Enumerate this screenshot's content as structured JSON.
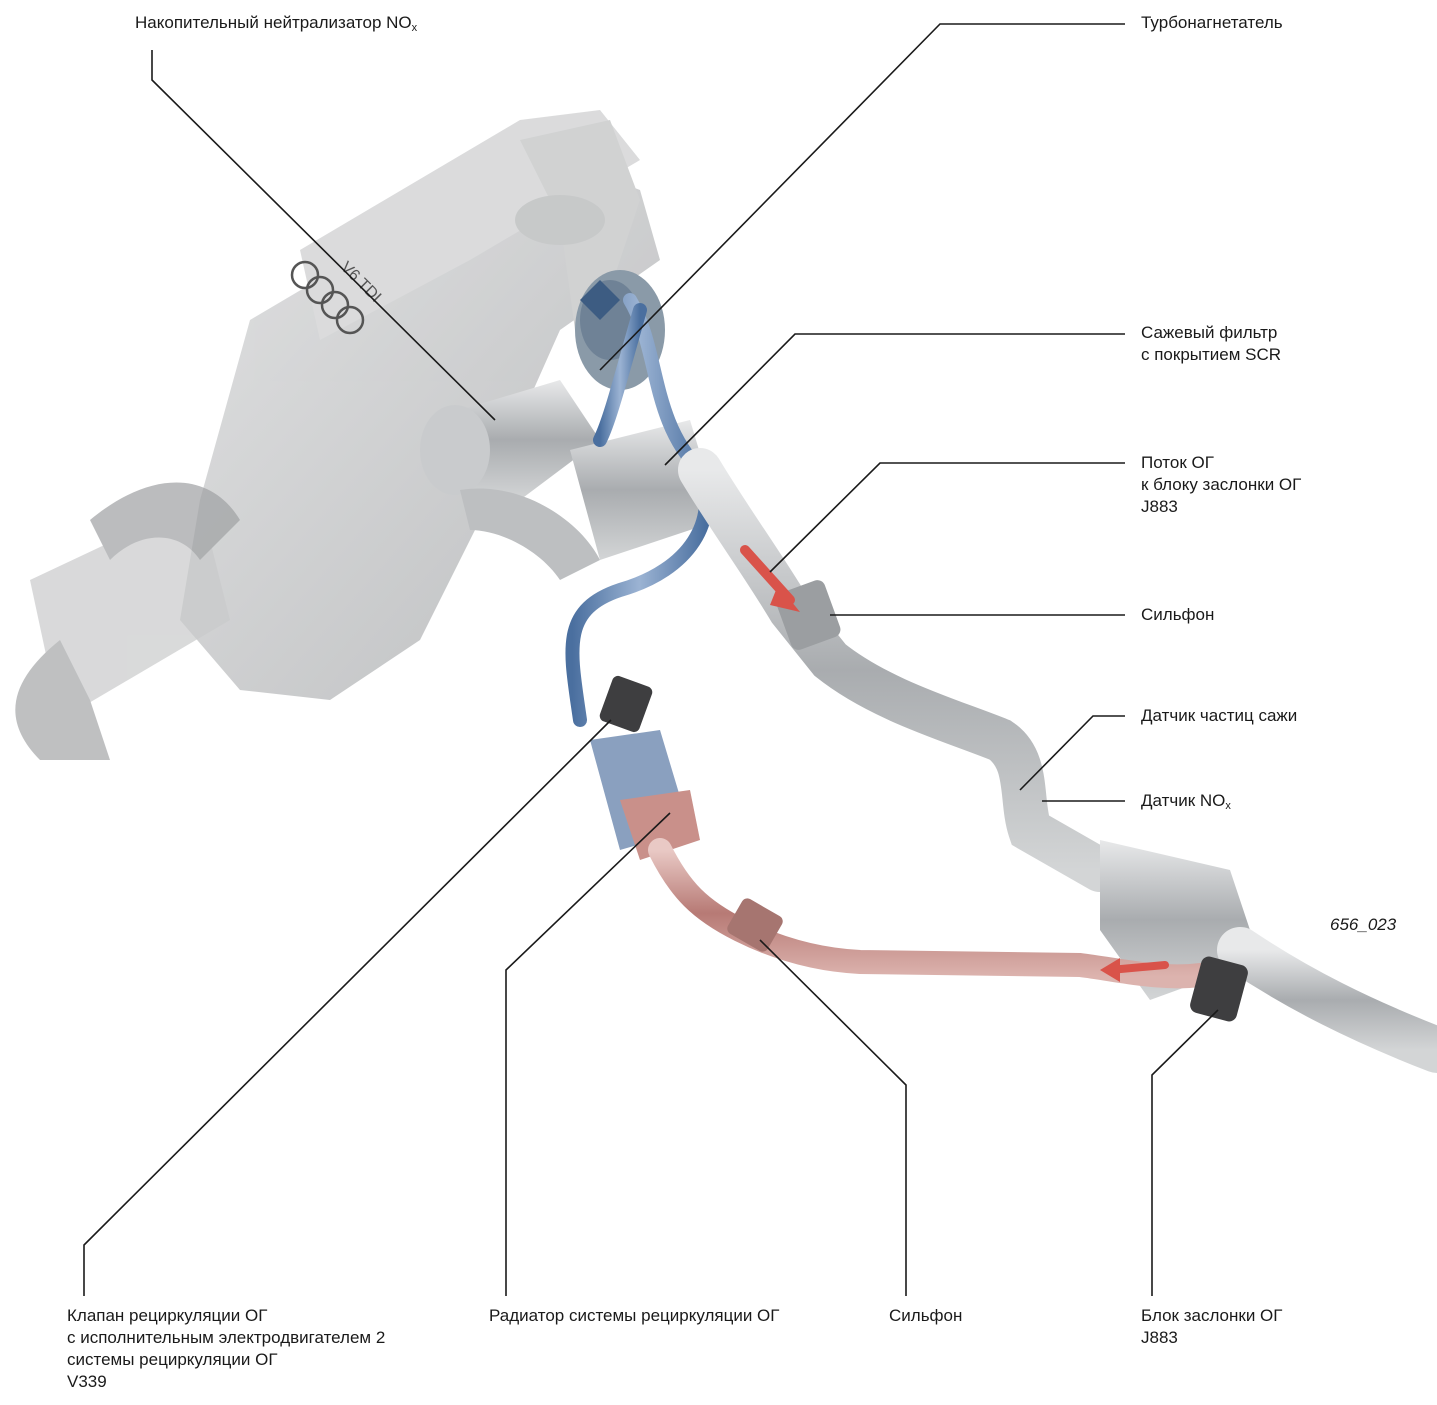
{
  "labels": {
    "nox_storage_catalyst": "Накопительный нейтрализатор NO",
    "nox_storage_catalyst_sub": "x",
    "turbocharger": "Турбонагнетатель",
    "dpf_line1": "Сажевый фильтр",
    "dpf_line2": "с покрытием SCR",
    "flow_line1": "Поток ОГ",
    "flow_line2": "к блоку заслонки ОГ",
    "flow_line3": "J883",
    "bellows_upper": "Сильфон",
    "soot_sensor": "Датчик частиц сажи",
    "nox_sensor": "Датчик NO",
    "nox_sensor_sub": "x",
    "egr_valve_line1": "Клапан рециркуляции ОГ",
    "egr_valve_line2": "с исполнительным электродвигателем 2",
    "egr_valve_line3": "системы рециркуляции ОГ",
    "egr_valve_line4": "V339",
    "egr_cooler": "Радиатор системы рециркуляции ОГ",
    "bellows_lower": "Сильфон",
    "flap_unit_line1": "Блок заслонки ОГ",
    "flap_unit_line2": "J883"
  },
  "figure_id": "656_023",
  "engine_badge": "V6 TDI",
  "colors": {
    "hot_flow": "#d9534a",
    "egr_pipe": "#c98a86",
    "coolant_line": "#5b7fae",
    "metal": "#b9bcbf",
    "engine_ghost": "#c8cacb"
  }
}
